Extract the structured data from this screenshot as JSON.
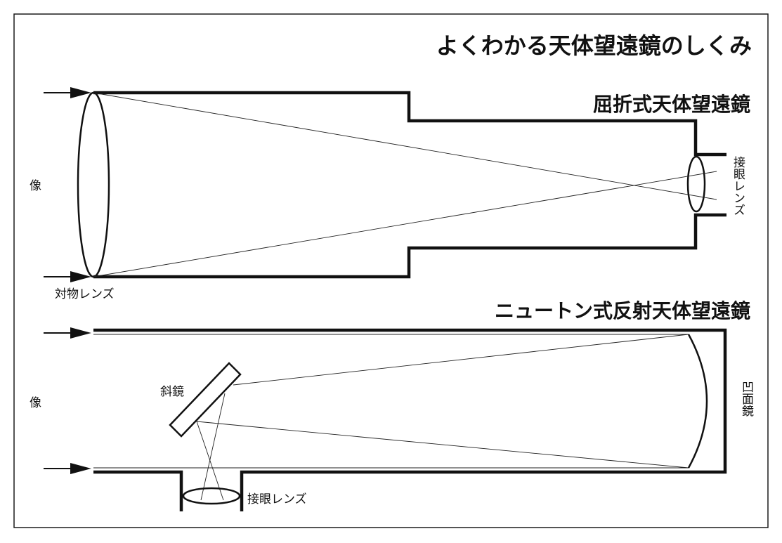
{
  "title": "よくわかる天体望遠鏡のしくみ",
  "refractor": {
    "title": "屈折式天体望遠鏡",
    "image_label": "像",
    "objective_label": "対物レンズ",
    "eyepiece_label": "接眼レンズ"
  },
  "newtonian": {
    "title": "ニュートン式反射天体望遠鏡",
    "image_label": "像",
    "diagonal_label": "斜鏡",
    "eyepiece_label": "接眼レンズ",
    "mirror_label": "凹面鏡"
  },
  "colors": {
    "line": "#111111",
    "background": "#ffffff"
  }
}
